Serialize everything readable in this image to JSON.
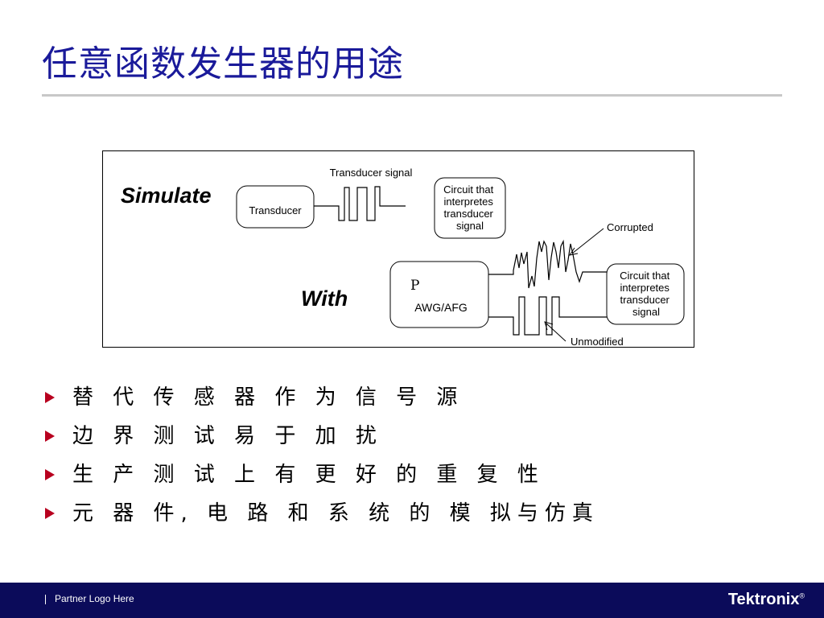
{
  "slide": {
    "title": "任意函数发生器的用途"
  },
  "diagram": {
    "simulate_label": "Simulate",
    "with_label": "With",
    "transducer_box": "Transducer",
    "transducer_signal_label": "Transducer signal",
    "circuit_top_lines": [
      "Circuit that",
      "interpretes",
      "transducer",
      "signal"
    ],
    "circuit_bottom_lines": [
      "Circuit that",
      "interpretes",
      "transducer",
      "signal"
    ],
    "corrupted_label": "Corrupted",
    "unmodified_label": "Unmodified",
    "awg_symbol": "P",
    "awg_label": "AWG/AFG"
  },
  "bullets": [
    "替 代 传 感 器 作 为 信 号 源",
    " 边 界 测 试 易 于 加 扰",
    " 生 产 测 试 上 有 更 好 的 重 复 性",
    " 元 器 件,  电 路 和 系 统 的 模 拟与仿真"
  ],
  "footer": {
    "partner_text": "Partner Logo Here",
    "logo_text": "Tektronix",
    "logo_mark": "®"
  },
  "colors": {
    "title": "#1a1a9a",
    "bullet_marker": "#b8001f",
    "footer_bg": "#0b0b5a"
  }
}
